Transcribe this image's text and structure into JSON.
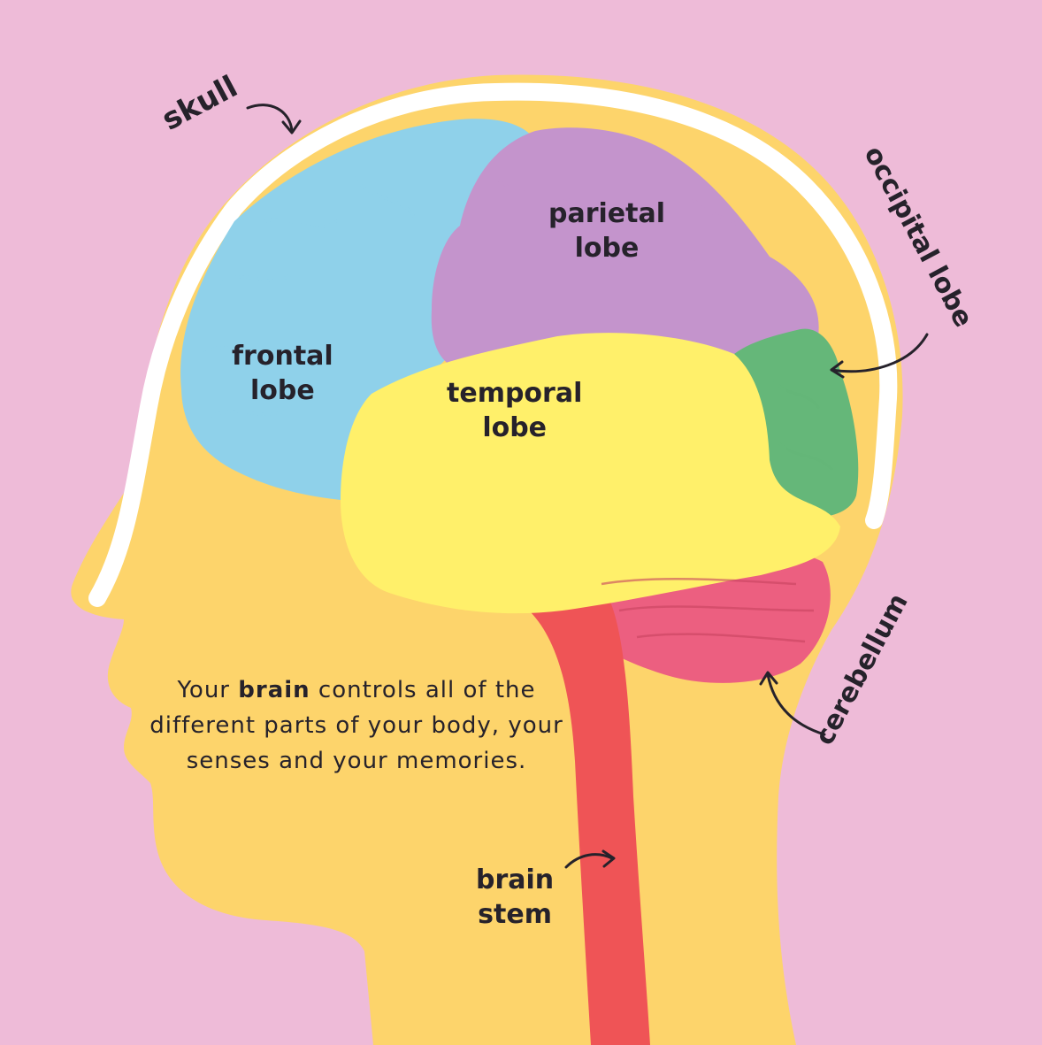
{
  "colors": {
    "background": "#eebbd8",
    "head": "#fdd46b",
    "skull": "#ffffff",
    "frontal_lobe": "#8fd1ea",
    "parietal_lobe": "#c494cc",
    "temporal_lobe": "#fff06a",
    "occipital_lobe": "#65b779",
    "cerebellum": "#ec5f80",
    "brain_stem": "#ef5456",
    "ink": "#26222b"
  },
  "labels": {
    "skull": "skull",
    "frontal": [
      "frontal",
      "lobe"
    ],
    "parietal": [
      "parietal",
      "lobe"
    ],
    "temporal": [
      "temporal",
      "lobe"
    ],
    "occipital": "occipital lobe",
    "cerebellum": "cerebellum",
    "brain_stem": [
      "brain",
      "stem"
    ]
  },
  "caption": {
    "before": "Your ",
    "bold": "brain",
    "after": " controls all of the different parts of your body, your senses and your memories."
  }
}
